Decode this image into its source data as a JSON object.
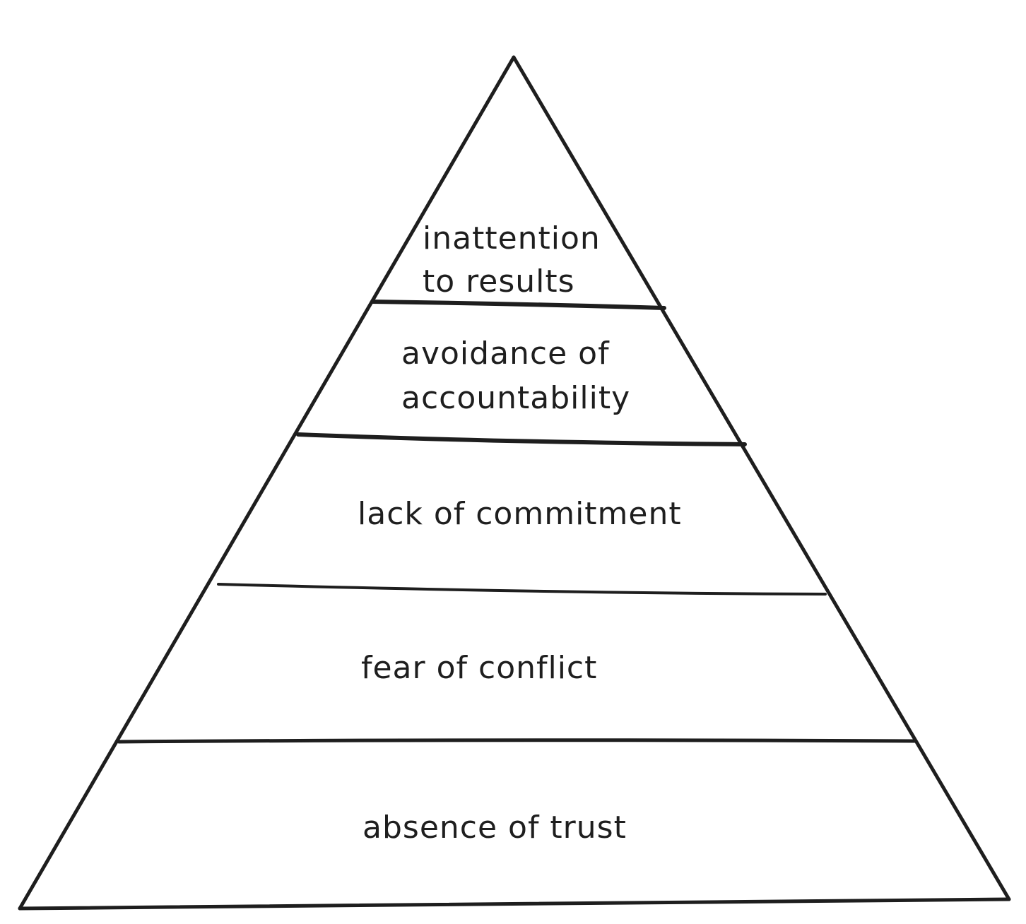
{
  "diagram": {
    "type": "pyramid",
    "stroke_color": "#1e1e1e",
    "background": "#ffffff",
    "levels": [
      {
        "lines": [
          "inattention",
          "to results"
        ]
      },
      {
        "lines": [
          "avoidance of",
          "accountability"
        ]
      },
      {
        "lines": [
          "lack of commitment"
        ]
      },
      {
        "lines": [
          "fear of conflict"
        ]
      },
      {
        "lines": [
          "absence of trust"
        ]
      }
    ]
  }
}
